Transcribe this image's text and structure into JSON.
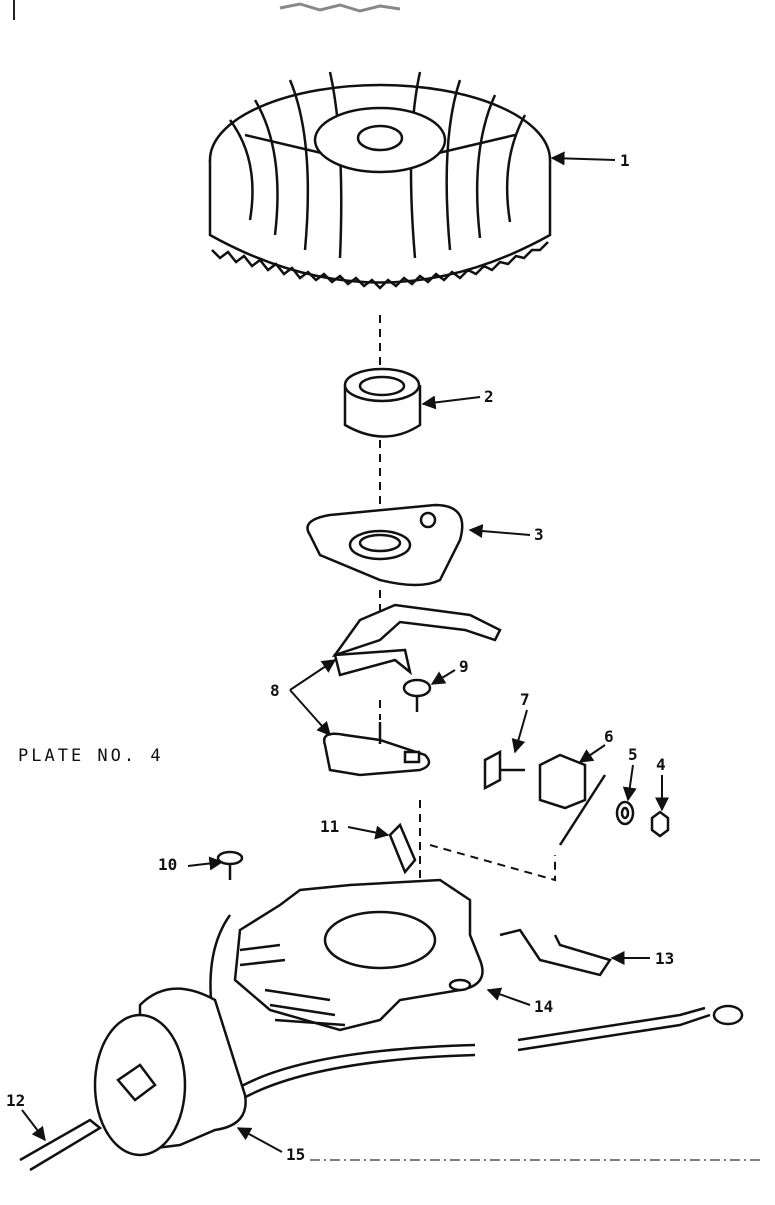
{
  "plate_label": "PLATE NO. 4",
  "callouts": [
    {
      "id": "1",
      "text": "1"
    },
    {
      "id": "2",
      "text": "2"
    },
    {
      "id": "3",
      "text": "3"
    },
    {
      "id": "4",
      "text": "4"
    },
    {
      "id": "5",
      "text": "5"
    },
    {
      "id": "6",
      "text": "6"
    },
    {
      "id": "7",
      "text": "7"
    },
    {
      "id": "8",
      "text": "8"
    },
    {
      "id": "9",
      "text": "9"
    },
    {
      "id": "10",
      "text": "10"
    },
    {
      "id": "11",
      "text": "11"
    },
    {
      "id": "12",
      "text": "12"
    },
    {
      "id": "13",
      "text": "13"
    },
    {
      "id": "14",
      "text": "14"
    },
    {
      "id": "15",
      "text": "15"
    }
  ],
  "parts": [
    {
      "id": "1",
      "name": "flywheel"
    },
    {
      "id": "2",
      "name": "bushing"
    },
    {
      "id": "3",
      "name": "cover-plate"
    },
    {
      "id": "4",
      "name": "nut"
    },
    {
      "id": "5",
      "name": "washer"
    },
    {
      "id": "6",
      "name": "terminal-block"
    },
    {
      "id": "7",
      "name": "screw"
    },
    {
      "id": "8",
      "name": "breaker-points"
    },
    {
      "id": "9",
      "name": "screw"
    },
    {
      "id": "10",
      "name": "screw"
    },
    {
      "id": "11",
      "name": "felt-wick"
    },
    {
      "id": "12",
      "name": "lead-wire"
    },
    {
      "id": "13",
      "name": "clip"
    },
    {
      "id": "14",
      "name": "stator-plate"
    },
    {
      "id": "15",
      "name": "ignition-coil"
    }
  ]
}
